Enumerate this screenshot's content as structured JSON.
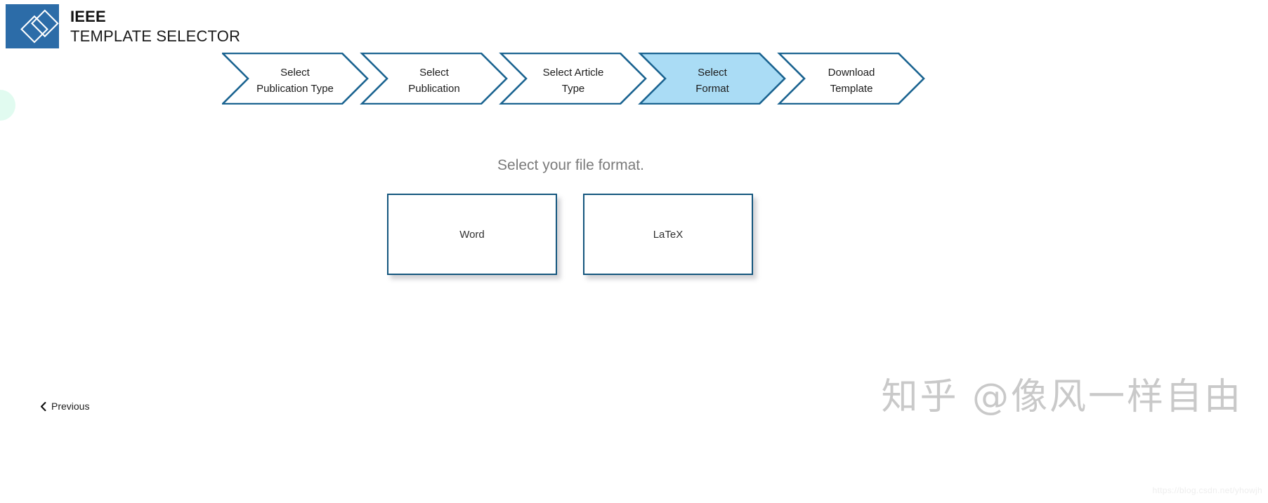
{
  "brand": {
    "title": "IEEE",
    "subtitle": "TEMPLATE SELECTOR",
    "logo_color": "#2c6ca8",
    "logo_icon": "ieee-diamond-logo"
  },
  "breadcrumb": {
    "accent_color": "#1a6390",
    "active_fill": "#aadcf5",
    "steps": [
      {
        "line1": "Select",
        "line2": "Publication Type",
        "active": false
      },
      {
        "line1": "Select",
        "line2": "Publication",
        "active": false
      },
      {
        "line1": "Select Article",
        "line2": "Type",
        "active": false
      },
      {
        "line1": "Select",
        "line2": "Format",
        "active": true
      },
      {
        "line1": "Download",
        "line2": "Template",
        "active": false
      }
    ]
  },
  "main": {
    "prompt": "Select your file format.",
    "options": [
      {
        "label": "Word"
      },
      {
        "label": "LaTeX"
      }
    ]
  },
  "footer": {
    "previous_label": "Previous",
    "previous_icon": "chevron-left-icon"
  },
  "watermark": {
    "text": "知乎 @像风一样自由",
    "url": "https://blog.csdn.net/yhowjh"
  }
}
